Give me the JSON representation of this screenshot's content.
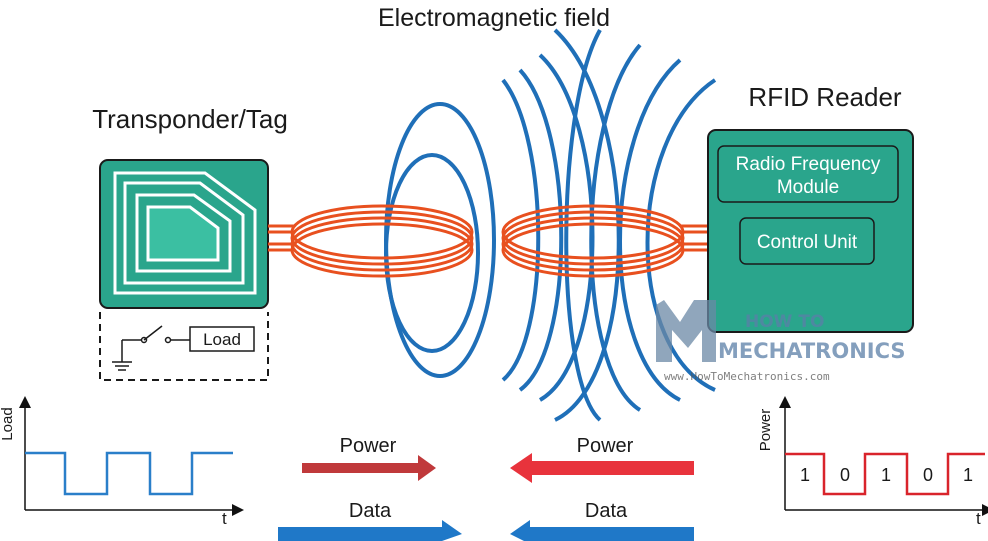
{
  "labels": {
    "em_field": "Electromagnetic field",
    "tag": "Transponder/Tag",
    "reader": "RFID Reader",
    "rf_module_line1": "Radio Frequency",
    "rf_module_line2": "Module",
    "control_unit": "Control Unit",
    "load_box": "Load",
    "power_left": "Power",
    "power_right": "Power",
    "data_left": "Data",
    "data_right": "Data"
  },
  "left_graph": {
    "y_axis": "Load",
    "x_axis": "t"
  },
  "right_graph": {
    "y_axis": "Power",
    "x_axis": "t",
    "bits": [
      "1",
      "0",
      "1",
      "0",
      "1"
    ]
  },
  "watermark": {
    "line1": "HOW TO",
    "line2": "MECHATRONICS",
    "url": "www.HowToMechatronics.com"
  },
  "colors": {
    "tag_green": "#2aa58c",
    "coil_orange": "#e8501f",
    "field_blue": "#1f6fb8",
    "power_arrow_left": "#c0393b",
    "power_arrow_right": "#e8333c",
    "data_arrow": "#1f78c8",
    "signal_blue": "#2a7fc9",
    "signal_red": "#d9242b"
  }
}
